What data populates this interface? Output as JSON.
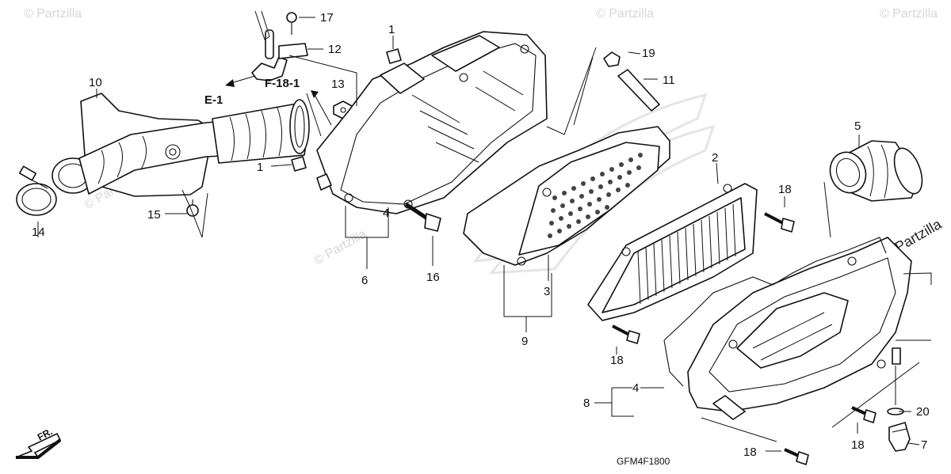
{
  "diagram": {
    "code": "GFM4F1800",
    "direction": "FR.",
    "refs": [
      "E-1",
      "F-18-1"
    ],
    "watermark": "© Partzilla",
    "callouts": [
      {
        "id": "c1a",
        "text": "1"
      },
      {
        "id": "c1b",
        "text": "1"
      },
      {
        "id": "c2",
        "text": "2"
      },
      {
        "id": "c3",
        "text": "3"
      },
      {
        "id": "c4a",
        "text": "4"
      },
      {
        "id": "c4b",
        "text": "4"
      },
      {
        "id": "c5",
        "text": "5"
      },
      {
        "id": "c6",
        "text": "6"
      },
      {
        "id": "c7",
        "text": "7"
      },
      {
        "id": "c8",
        "text": "8"
      },
      {
        "id": "c9",
        "text": "9"
      },
      {
        "id": "c10",
        "text": "10"
      },
      {
        "id": "c11",
        "text": "11"
      },
      {
        "id": "c12",
        "text": "12"
      },
      {
        "id": "c13",
        "text": "13"
      },
      {
        "id": "c14",
        "text": "14"
      },
      {
        "id": "c15",
        "text": "15"
      },
      {
        "id": "c16",
        "text": "16"
      },
      {
        "id": "c17",
        "text": "17"
      },
      {
        "id": "c18a",
        "text": "18"
      },
      {
        "id": "c18b",
        "text": "18"
      },
      {
        "id": "c18c",
        "text": "18"
      },
      {
        "id": "c18d",
        "text": "18"
      },
      {
        "id": "c19",
        "text": "19"
      },
      {
        "id": "c20",
        "text": "20"
      }
    ]
  }
}
